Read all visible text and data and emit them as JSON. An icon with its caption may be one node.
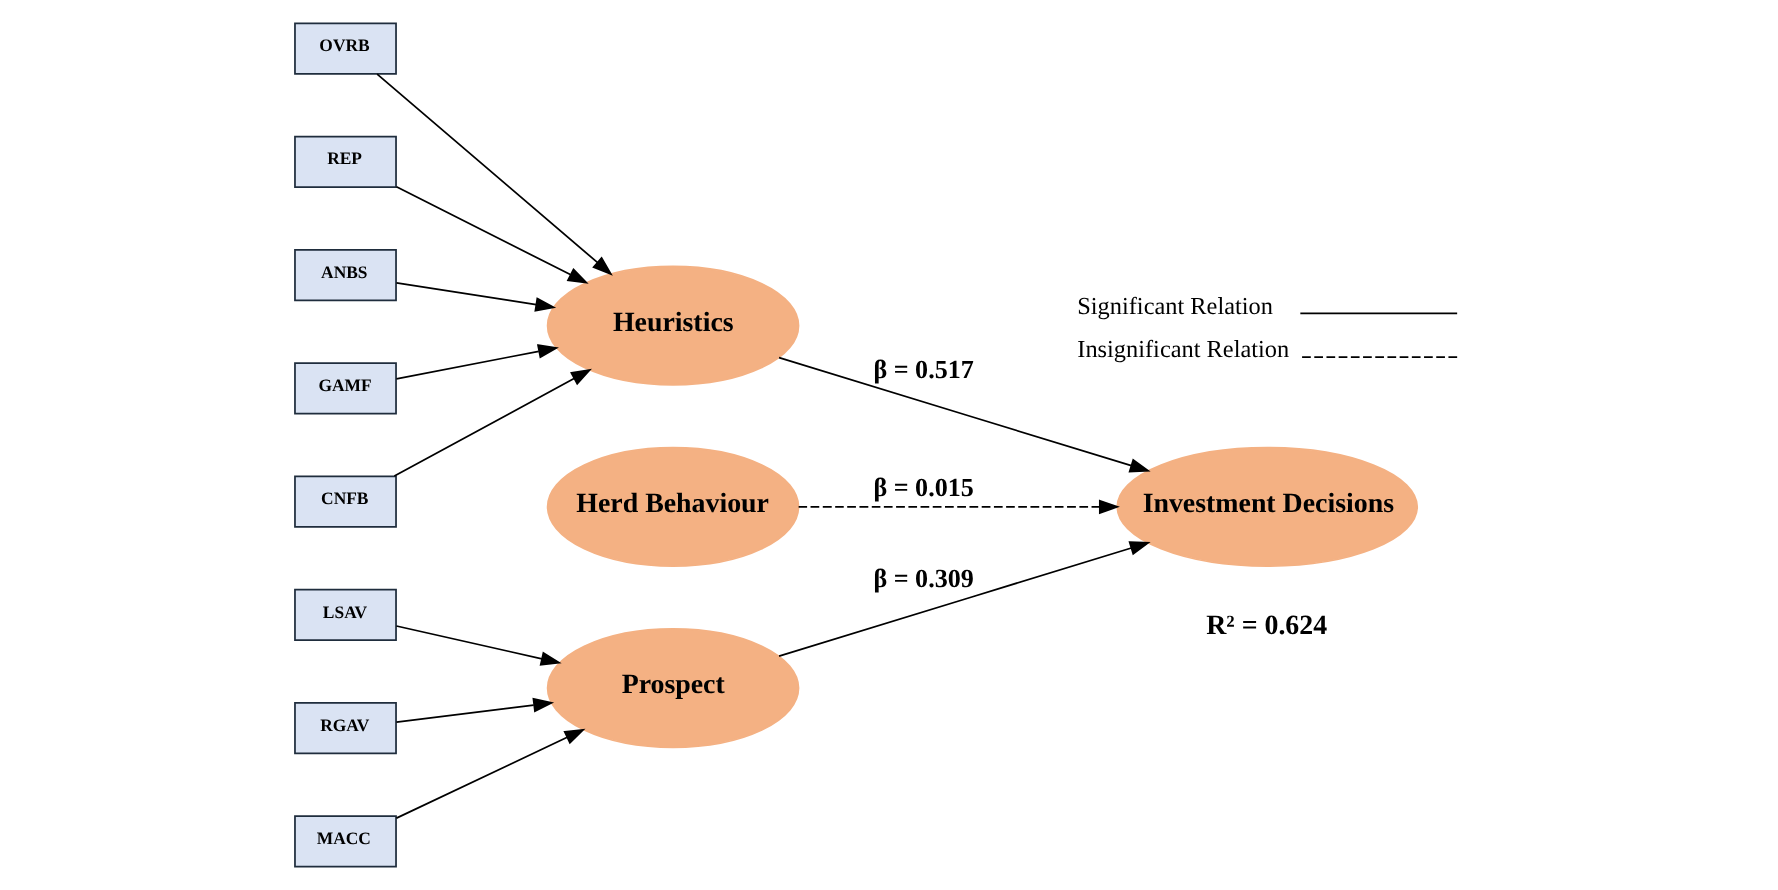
{
  "diagram": {
    "nodes": [
      {
        "text": [
          "OVRB"
        ]
      },
      {
        "text": [
          "REP"
        ]
      },
      {
        "text": [
          "ANBS"
        ]
      },
      {
        "text": [
          "GAMF"
        ]
      },
      {
        "text": [
          "CNFB"
        ]
      },
      {
        "text": [
          "Heuristics"
        ]
      },
      {
        "text": [
          "Herd Behaviour"
        ]
      },
      {
        "text": [
          "LSAV"
        ]
      },
      {
        "text": [
          "RGAV"
        ]
      },
      {
        "text": [
          "MACC"
        ]
      },
      {
        "text": [
          "Prospect"
        ]
      },
      {
        "text": [
          "Investment Decisions"
        ],
        "beside": [
          "R² = 0.624"
        ]
      }
    ],
    "edges": [
      {
        "from": 0,
        "to": 5,
        "arrow": "to"
      },
      {
        "from": 1,
        "to": 5,
        "arrow": "to"
      },
      {
        "from": 2,
        "to": 5,
        "arrow": "to"
      },
      {
        "from": 3,
        "to": 5,
        "arrow": "to"
      },
      {
        "from": 4,
        "to": 5,
        "arrow": "to"
      },
      {
        "from": 5,
        "to": 11,
        "arrow": "to",
        "label": "β = 0.517"
      },
      {
        "from": 6,
        "to": 11,
        "arrow": "to",
        "label": "β = 0.015",
        "style": "dashed"
      },
      {
        "from": 10,
        "to": 11,
        "arrow": "to",
        "label": "β = 0.309"
      },
      {
        "from": 7,
        "to": 10,
        "arrow": "to"
      },
      {
        "from": 8,
        "to": 10,
        "arrow": "to"
      },
      {
        "from": 9,
        "to": 10,
        "arrow": "to"
      }
    ],
    "legend": [
      {
        "text": "Significant Relation"
      },
      {
        "text": "Insignificant Relation"
      }
    ]
  }
}
